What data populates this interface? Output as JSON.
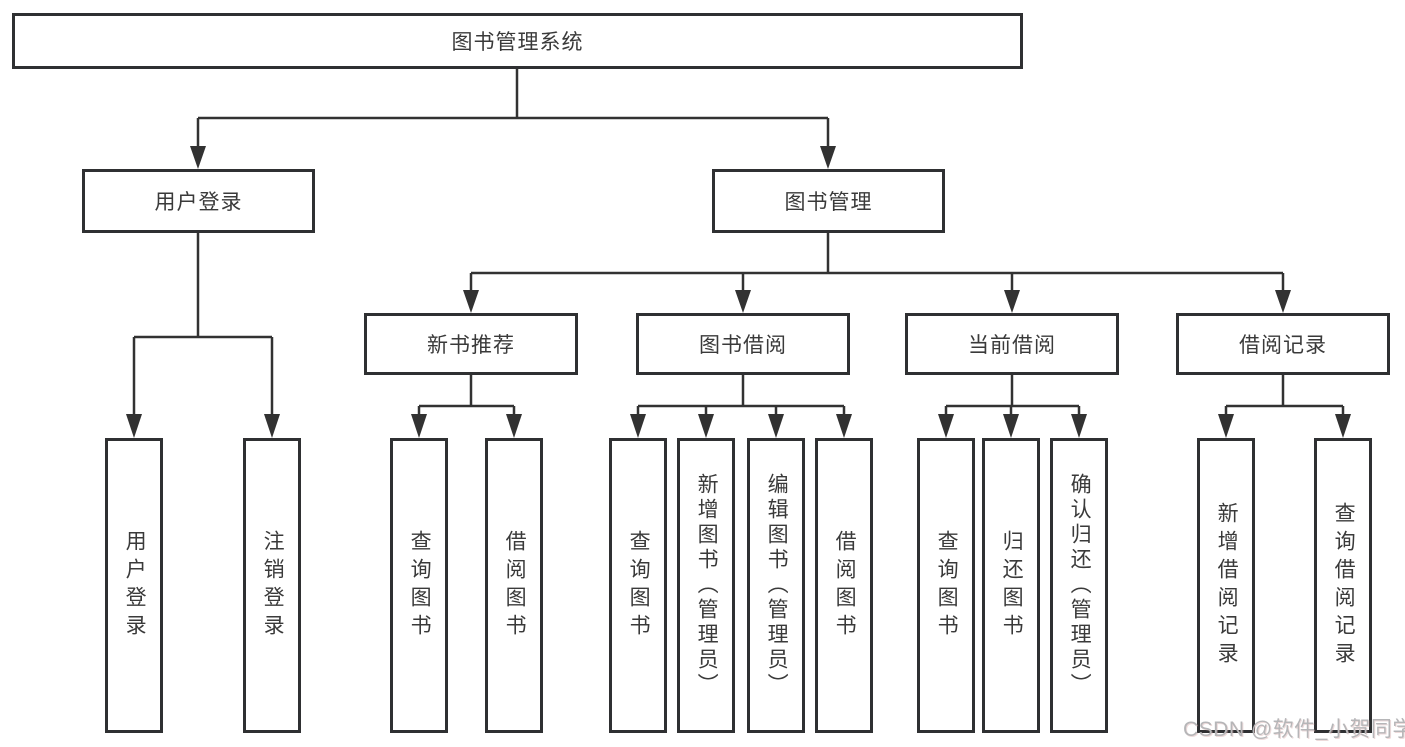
{
  "tree": {
    "root": {
      "label": "图书管理系统"
    },
    "branches": [
      {
        "label": "用户登录",
        "children": [
          {
            "label": "用户登录"
          },
          {
            "label": "注销登录"
          }
        ]
      },
      {
        "label": "图书管理",
        "groups": [
          {
            "label": "新书推荐",
            "children": [
              {
                "label": "查询图书"
              },
              {
                "label": "借阅图书"
              }
            ]
          },
          {
            "label": "图书借阅",
            "children": [
              {
                "label": "查询图书"
              },
              {
                "label": "新增图书（管理员）"
              },
              {
                "label": "编辑图书（管理员）"
              },
              {
                "label": "借阅图书"
              }
            ]
          },
          {
            "label": "当前借阅",
            "children": [
              {
                "label": "查询图书"
              },
              {
                "label": "归还图书"
              },
              {
                "label": "确认归还（管理员）"
              }
            ]
          },
          {
            "label": "借阅记录",
            "children": [
              {
                "label": "新增借阅记录"
              },
              {
                "label": "查询借阅记录"
              }
            ]
          }
        ]
      }
    ]
  },
  "watermark": {
    "text": "CSDN @软件_小贺同学"
  },
  "colors": {
    "line": "#323232",
    "box_border": "#2f3032",
    "text": "#3a3a3a",
    "watermark": "#b6b6b8",
    "background": "#ffffff"
  }
}
